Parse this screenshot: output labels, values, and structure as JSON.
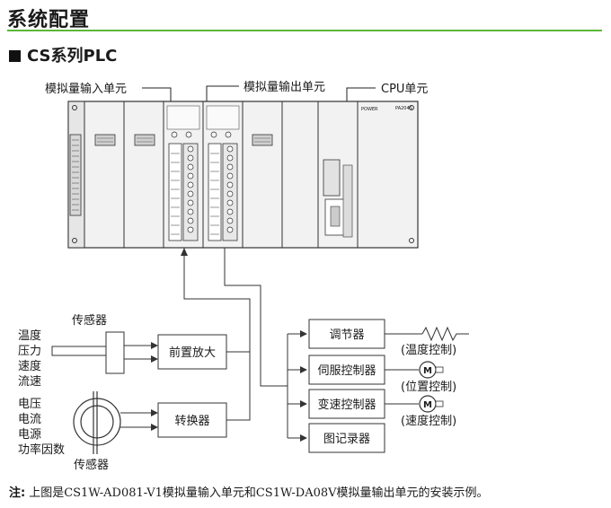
{
  "page": {
    "title": "系统配置",
    "subtitle": "CS系列PLC",
    "note_prefix": "注:",
    "note_text": "上图是CS1W-AD081-V1模拟量输入单元和CS1W-DA08V模拟量输出单元的安装示例。"
  },
  "callouts": {
    "analog_input": "模拟量输入单元",
    "analog_output": "模拟量输出单元",
    "cpu": "CPU单元"
  },
  "plc": {
    "power_label": "POWER",
    "model_label": "PA204S"
  },
  "sensor_block_1": {
    "caption": "传感器",
    "inputs": [
      "温度",
      "压力",
      "速度",
      "流速"
    ]
  },
  "sensor_block_2": {
    "caption": "传感器",
    "inputs": [
      "电压",
      "电流",
      "电源",
      "功率因数"
    ]
  },
  "blocks": {
    "preamp": "前置放大",
    "converter": "转换器",
    "regulator": "调节器",
    "servo": "伺服控制器",
    "inverter": "变速控制器",
    "recorder": "图记录器"
  },
  "outputs": {
    "temperature": "(温度控制)",
    "position": "(位置控制)",
    "speed": "(速度控制)",
    "motor_letter": "M"
  }
}
